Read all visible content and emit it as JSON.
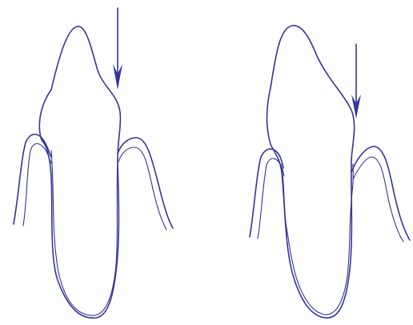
{
  "colors": {
    "ink": "#34349a",
    "background": "#ffffff"
  },
  "figures": [
    {
      "name": "healthy-tooth",
      "arrow": "force-arrow"
    },
    {
      "name": "displaced-tooth",
      "arrow": "force-arrow"
    }
  ]
}
